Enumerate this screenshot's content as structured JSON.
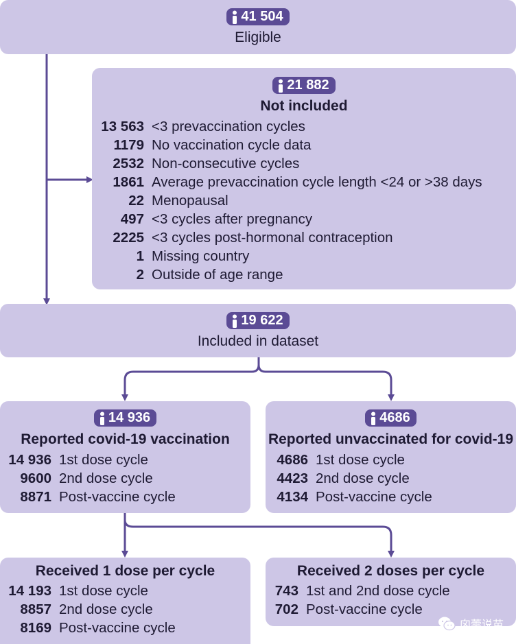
{
  "eligible": {
    "count": "41 504",
    "label": "Eligible"
  },
  "not_included": {
    "count": "21 882",
    "title": "Not included",
    "rows": [
      {
        "n": "13 563",
        "text": "<3 prevaccination cycles"
      },
      {
        "n": "1179",
        "text": "No vaccination cycle data"
      },
      {
        "n": "2532",
        "text": "Non-consecutive cycles"
      },
      {
        "n": "1861",
        "text": "Average prevaccination cycle length <24 or >38 days"
      },
      {
        "n": "22",
        "text": "Menopausal"
      },
      {
        "n": "497",
        "text": "<3 cycles after pregnancy"
      },
      {
        "n": "2225",
        "text": "<3 cycles post-hormonal contraception"
      },
      {
        "n": "1",
        "text": "Missing country"
      },
      {
        "n": "2",
        "text": "Outside of age range"
      }
    ]
  },
  "included": {
    "count": "19 622",
    "label": "Included in dataset"
  },
  "vaccinated": {
    "count": "14 936",
    "title": "Reported covid-19 vaccination",
    "rows": [
      {
        "n": "14 936",
        "text": "1st dose cycle"
      },
      {
        "n": "9600",
        "text": "2nd dose cycle"
      },
      {
        "n": "8871",
        "text": "Post-vaccine cycle"
      }
    ]
  },
  "unvaccinated": {
    "count": "4686",
    "title": "Reported unvaccinated for covid-19",
    "rows": [
      {
        "n": "4686",
        "text": "1st dose cycle"
      },
      {
        "n": "4423",
        "text": "2nd dose cycle"
      },
      {
        "n": "4134",
        "text": "Post-vaccine cycle"
      }
    ]
  },
  "one_dose": {
    "title": "Received 1 dose per cycle",
    "rows": [
      {
        "n": "14 193",
        "text": "1st dose cycle"
      },
      {
        "n": "8857",
        "text": "2nd dose cycle"
      },
      {
        "n": "8169",
        "text": "Post-vaccine cycle"
      }
    ]
  },
  "two_doses": {
    "title": "Received 2 doses per cycle",
    "rows": [
      {
        "n": "743",
        "text": "1st and 2nd dose cycle"
      },
      {
        "n": "702",
        "text": "Post-vaccine cycle"
      }
    ]
  },
  "watermark": {
    "text": "囟薷说苗"
  },
  "colors": {
    "box": "#cdc6e6",
    "pill": "#5b4b95",
    "arrow": "#5b4b95"
  }
}
